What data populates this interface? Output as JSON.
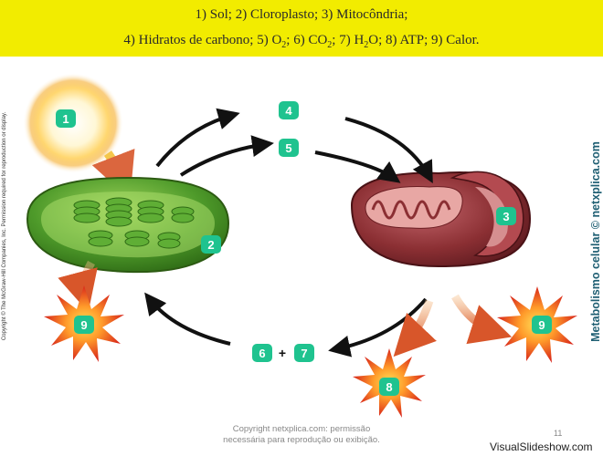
{
  "header": {
    "line1": "1) Sol; 2) Cloroplasto; 3) Mitocôndria;",
    "line2_a": "4) Hidratos de carbono; 5) O",
    "line2_sub1": "2",
    "line2_b": "; 6) CO",
    "line2_sub2": "2",
    "line2_c": "; 7) H",
    "line2_sub3": "2",
    "line2_d": "O; 8) ATP; 9) Calor."
  },
  "labels": {
    "sun": "1",
    "chloroplast": "2",
    "mitochondrion": "3",
    "carbohydrates": "4",
    "oxygen": "5",
    "co2": "6",
    "plus": "+",
    "water": "7",
    "atp": "8",
    "heat_left": "9",
    "heat_right": "9"
  },
  "colors": {
    "header_bg": "#f2ec00",
    "badge": "#1fc38f",
    "chloroplast": "#4e9a2a",
    "mitochondrion": "#8b2f33",
    "arrow_dark": "#111111",
    "arrow_orange": "#e0692a"
  },
  "vertical_copyright": "Copyright © The McGraw-Hill Companies, Inc. Permission required for reproduction or display.",
  "side_credit": "Metabolismo celular © netxplica.com",
  "footer": {
    "line1": "Copyright netxplica.com: permissão",
    "line2": "necessária para reprodução ou exibição."
  },
  "page_number": "11",
  "brand": "VisualSlideshow.com"
}
